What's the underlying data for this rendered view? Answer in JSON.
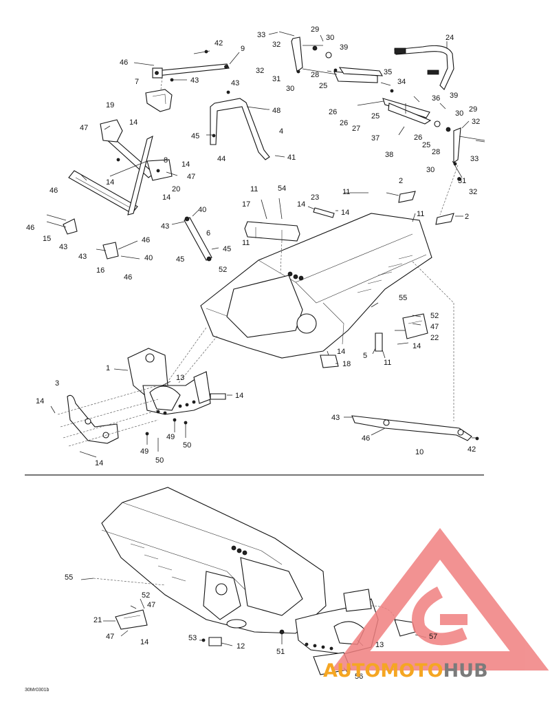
{
  "diagram": {
    "catalog_code": "30Mr0301b",
    "watermark": {
      "part1": "AUTO",
      "part2": "MOTO",
      "part3": "HUB",
      "color_red": "#f08080",
      "color_orange": "#f5a623",
      "color_gray": "#7b7b7b"
    },
    "labels": [
      {
        "id": "l33a",
        "text": "33"
      },
      {
        "id": "l29a",
        "text": "29"
      },
      {
        "id": "l30a",
        "text": "30"
      },
      {
        "id": "l32a",
        "text": "32"
      },
      {
        "id": "l39a",
        "text": "39"
      },
      {
        "id": "l24",
        "text": "24"
      },
      {
        "id": "l42a",
        "text": "42"
      },
      {
        "id": "l9",
        "text": "9"
      },
      {
        "id": "l46a",
        "text": "46"
      },
      {
        "id": "l43a",
        "text": "43"
      },
      {
        "id": "l7",
        "text": "7"
      },
      {
        "id": "l32b",
        "text": "32"
      },
      {
        "id": "l31a",
        "text": "31"
      },
      {
        "id": "l28a",
        "text": "28"
      },
      {
        "id": "l35",
        "text": "35"
      },
      {
        "id": "l25a",
        "text": "25"
      },
      {
        "id": "l30b",
        "text": "30"
      },
      {
        "id": "l34",
        "text": "34"
      },
      {
        "id": "l43b",
        "text": "43"
      },
      {
        "id": "l36",
        "text": "36"
      },
      {
        "id": "l39b",
        "text": "39"
      },
      {
        "id": "l48",
        "text": "48"
      },
      {
        "id": "l26a",
        "text": "26"
      },
      {
        "id": "l25b",
        "text": "25"
      },
      {
        "id": "l26b",
        "text": "26"
      },
      {
        "id": "l27",
        "text": "27"
      },
      {
        "id": "l30c",
        "text": "30"
      },
      {
        "id": "l29b",
        "text": "29"
      },
      {
        "id": "l32c",
        "text": "32"
      },
      {
        "id": "l19",
        "text": "19"
      },
      {
        "id": "l14a",
        "text": "14"
      },
      {
        "id": "l47a",
        "text": "47"
      },
      {
        "id": "l4",
        "text": "4"
      },
      {
        "id": "l45a",
        "text": "45"
      },
      {
        "id": "l37",
        "text": "37"
      },
      {
        "id": "l26c",
        "text": "26"
      },
      {
        "id": "l25c",
        "text": "25"
      },
      {
        "id": "l28b",
        "text": "28"
      },
      {
        "id": "l38",
        "text": "38"
      },
      {
        "id": "l33b",
        "text": "33"
      },
      {
        "id": "l44",
        "text": "44"
      },
      {
        "id": "l41",
        "text": "41"
      },
      {
        "id": "l8",
        "text": "8"
      },
      {
        "id": "l14b",
        "text": "14"
      },
      {
        "id": "l30d",
        "text": "30"
      },
      {
        "id": "l14c",
        "text": "14"
      },
      {
        "id": "l47b",
        "text": "47"
      },
      {
        "id": "l31b",
        "text": "31"
      },
      {
        "id": "l32d",
        "text": "32"
      },
      {
        "id": "l20",
        "text": "20"
      },
      {
        "id": "l14d",
        "text": "14"
      },
      {
        "id": "l11a",
        "text": "11"
      },
      {
        "id": "l54",
        "text": "54"
      },
      {
        "id": "l11b",
        "text": "11"
      },
      {
        "id": "l2a",
        "text": "2"
      },
      {
        "id": "l46b",
        "text": "46"
      },
      {
        "id": "l17",
        "text": "17"
      },
      {
        "id": "l23",
        "text": "23"
      },
      {
        "id": "l40a",
        "text": "40"
      },
      {
        "id": "l14e",
        "text": "14"
      },
      {
        "id": "l14f",
        "text": "14"
      },
      {
        "id": "l11c",
        "text": "11"
      },
      {
        "id": "l2b",
        "text": "2"
      },
      {
        "id": "l46c",
        "text": "46"
      },
      {
        "id": "l43c",
        "text": "43"
      },
      {
        "id": "l6",
        "text": "6"
      },
      {
        "id": "l15",
        "text": "15"
      },
      {
        "id": "l43d",
        "text": "43"
      },
      {
        "id": "l11d",
        "text": "11"
      },
      {
        "id": "l46d",
        "text": "46"
      },
      {
        "id": "l45b",
        "text": "45"
      },
      {
        "id": "l43e",
        "text": "43"
      },
      {
        "id": "l40b",
        "text": "40"
      },
      {
        "id": "l45c",
        "text": "45"
      },
      {
        "id": "l16",
        "text": "16"
      },
      {
        "id": "l52a",
        "text": "52"
      },
      {
        "id": "l46e",
        "text": "46"
      },
      {
        "id": "l55a",
        "text": "55"
      },
      {
        "id": "l52b",
        "text": "52"
      },
      {
        "id": "l47c",
        "text": "47"
      },
      {
        "id": "l22",
        "text": "22"
      },
      {
        "id": "l14g",
        "text": "14"
      },
      {
        "id": "l5",
        "text": "5"
      },
      {
        "id": "l11e",
        "text": "11"
      },
      {
        "id": "l14h",
        "text": "14"
      },
      {
        "id": "l18",
        "text": "18"
      },
      {
        "id": "l1",
        "text": "1"
      },
      {
        "id": "l13a",
        "text": "13"
      },
      {
        "id": "l3",
        "text": "3"
      },
      {
        "id": "l14i",
        "text": "14"
      },
      {
        "id": "l14j",
        "text": "14"
      },
      {
        "id": "l43f",
        "text": "43"
      },
      {
        "id": "l46f",
        "text": "46"
      },
      {
        "id": "l49a",
        "text": "49"
      },
      {
        "id": "l50a",
        "text": "50"
      },
      {
        "id": "l49b",
        "text": "49"
      },
      {
        "id": "l50b",
        "text": "50"
      },
      {
        "id": "l10",
        "text": "10"
      },
      {
        "id": "l42b",
        "text": "42"
      },
      {
        "id": "l14k",
        "text": "14"
      },
      {
        "id": "l55b",
        "text": "55"
      },
      {
        "id": "l52c",
        "text": "52"
      },
      {
        "id": "l21",
        "text": "21"
      },
      {
        "id": "l47d",
        "text": "47"
      },
      {
        "id": "l47e",
        "text": "47"
      },
      {
        "id": "l14l",
        "text": "14"
      },
      {
        "id": "l53",
        "text": "53"
      },
      {
        "id": "l12",
        "text": "12"
      },
      {
        "id": "l51",
        "text": "51"
      },
      {
        "id": "l13b",
        "text": "13"
      },
      {
        "id": "l57",
        "text": "57"
      },
      {
        "id": "l56",
        "text": "56"
      }
    ]
  }
}
